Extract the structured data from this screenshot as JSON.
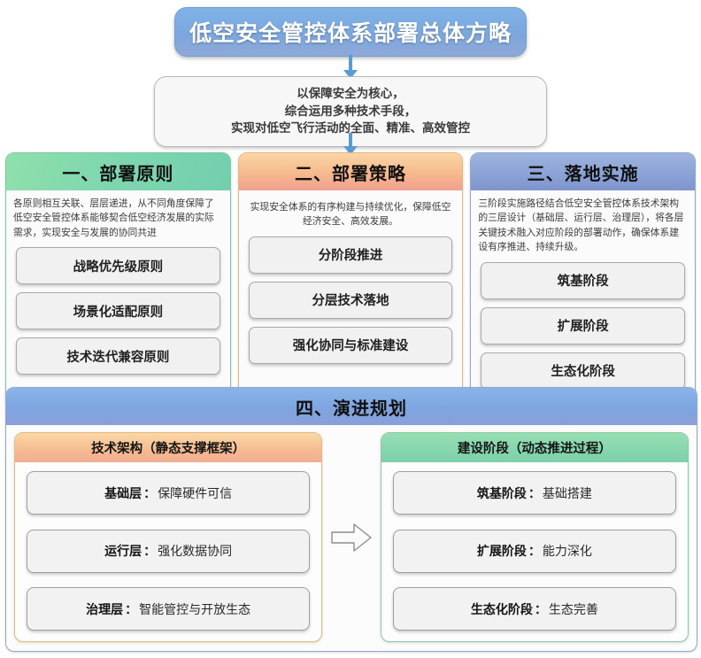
{
  "title": "低空安全管控体系部署总体方略",
  "subtitle": "以保障安全为核心，\n综合运用多种技术手段，\n实现对低空飞行活动的全面、精准、高效管控",
  "subtitle_lines": [
    "以保障安全为核心，",
    "综合运用多种技术手段，",
    "实现对低空飞行活动的全面、精准、高效管控"
  ],
  "colors": {
    "title_blue": "#7ba7dd",
    "connector_blue": "#5b9bd5",
    "green_header": "#7fd7ae",
    "orange_header": "#f6b98c",
    "blue_header": "#8ba3d6",
    "section4_blue": "#7ea5e0",
    "item_gray": "#f1f1f1"
  },
  "columns": [
    {
      "heading": "一、部署原则",
      "desc": "各原则相互关联、层层递进，从不同角度保障了低空安全管控体系能够契合低空经济发展的实际需求，实现安全与发展的协同共进",
      "desc_align": "left",
      "items": [
        "战略优先级原则",
        "场景化适配原则",
        "技术迭代兼容原则"
      ]
    },
    {
      "heading": "二、部署策略",
      "desc": "实现安全体系的有序构建与持续优化，保障低空经济安全、高效发展。",
      "desc_align": "center",
      "items": [
        "分阶段推进",
        "分层技术落地",
        "强化协同与标准建设"
      ]
    },
    {
      "heading": "三、落地实施",
      "desc": "三阶段实施路径结合低空安全管控体系技术架构的三层设计（基础层、运行层、治理层），将各层关键技术融入对应阶段的部署动作，确保体系建设有序推进、持续升级。",
      "desc_align": "left",
      "items": [
        "筑基阶段",
        "扩展阶段",
        "生态化阶段"
      ]
    }
  ],
  "section4": {
    "heading": "四、演进规划",
    "left_panel": {
      "heading": "技术架构（静态支撑框架）",
      "items": [
        {
          "label": "基础层",
          "sep": "：",
          "text": "保障硬件可信"
        },
        {
          "label": "运行层",
          "sep": "：",
          "text": "强化数据协同"
        },
        {
          "label": "治理层",
          "sep": "：",
          "text": "智能管控与开放生态"
        }
      ]
    },
    "right_panel": {
      "heading": "建设阶段（动态推进过程）",
      "items": [
        {
          "label": "筑基阶段",
          "sep": "：",
          "text": "基础搭建"
        },
        {
          "label": "扩展阶段",
          "sep": "：",
          "text": "能力深化"
        },
        {
          "label": "生态化阶段",
          "sep": "：",
          "text": "生态完善"
        }
      ]
    },
    "arrow_icon": "right-block-arrow-icon"
  }
}
